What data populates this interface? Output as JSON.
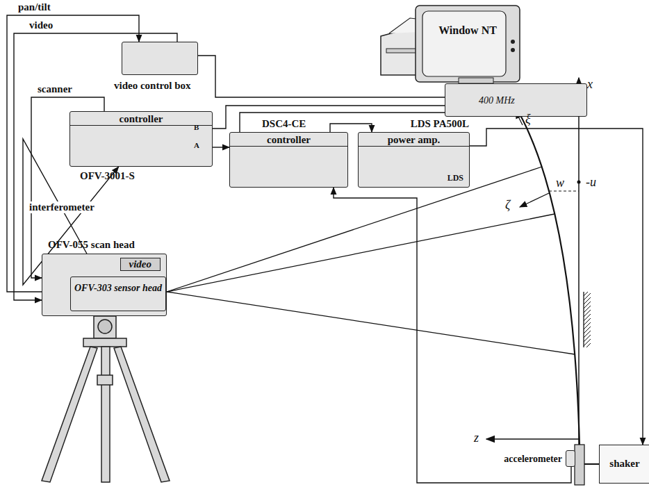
{
  "diagram": {
    "nodes": [
      {
        "text": [
          "video control box"
        ]
      },
      {
        "text": [
          "Window NT",
          "400 MHz"
        ]
      },
      {
        "text": [
          "controller",
          "OFV-3001-S"
        ]
      },
      {
        "text": [
          "DSC4-CE",
          "controller"
        ]
      },
      {
        "text": [
          "LDS PA500L",
          "power amp.",
          "LDS"
        ]
      },
      {
        "text": [
          "OFV-055 scan head",
          "video"
        ]
      },
      {
        "text": [
          "OFV-303 sensor head"
        ],
        "in": 5
      },
      {
        "text": [
          "shaker"
        ]
      },
      {
        "text": [
          "accelerometer"
        ]
      }
    ],
    "edges": [
      {
        "from": 5,
        "to": 0,
        "label": "pan/tilt",
        "arrow": "to"
      },
      {
        "from": 0,
        "to": 5,
        "label": "video",
        "arrow": "to"
      },
      {
        "from": 2,
        "to": 5,
        "label": "scanner",
        "arrow": "to"
      },
      {
        "from": 5,
        "to": 2,
        "label": "interferometer",
        "arrow": "to"
      },
      {
        "from": 0,
        "to": 1,
        "arrow": "none"
      },
      {
        "from": 2,
        "to": 1,
        "arrow": "none"
      },
      {
        "from": 1,
        "to": 3,
        "arrow": "none"
      },
      {
        "from": 2,
        "to": 3,
        "arrow": "to"
      },
      {
        "from": 3,
        "to": 4,
        "arrow": "to"
      },
      {
        "from": 4,
        "to": 7,
        "arrow": "to"
      },
      {
        "from": 8,
        "to": 3,
        "arrow": "to"
      }
    ],
    "labels": [
      "B",
      "A",
      "ξ",
      "w",
      "-u",
      "ζ",
      "x",
      "z"
    ]
  }
}
